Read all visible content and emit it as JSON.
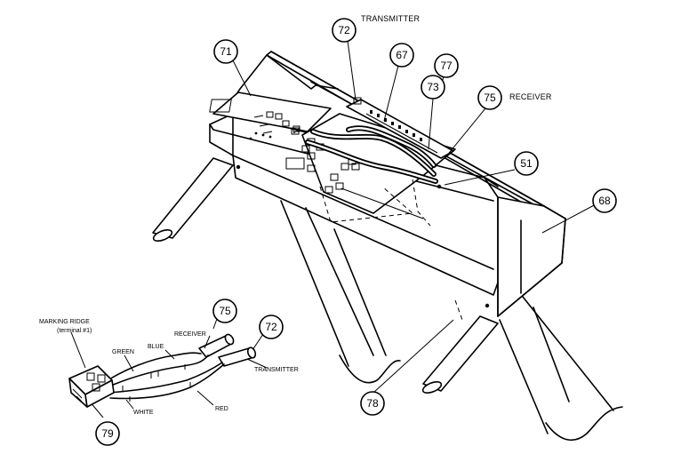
{
  "labels": {
    "transmitter_top": "TRANSMITTER",
    "receiver_top": "RECEIVER",
    "marking_ridge": "MARKING RIDGE",
    "terminal_note": "(terminal #1)",
    "receiver_bottom": "RECEIVER",
    "transmitter_bottom": "TRANSMITTER",
    "green": "GREEN",
    "blue": "BLUE",
    "white": "WHITE",
    "red": "RED"
  },
  "callouts": {
    "c71": "71",
    "c72_top": "72",
    "c67": "67",
    "c77": "77",
    "c73": "73",
    "c75_top": "75",
    "c51": "51",
    "c68": "68",
    "c75_bottom": "75",
    "c72_bottom": "72",
    "c78": "78",
    "c79": "79"
  }
}
